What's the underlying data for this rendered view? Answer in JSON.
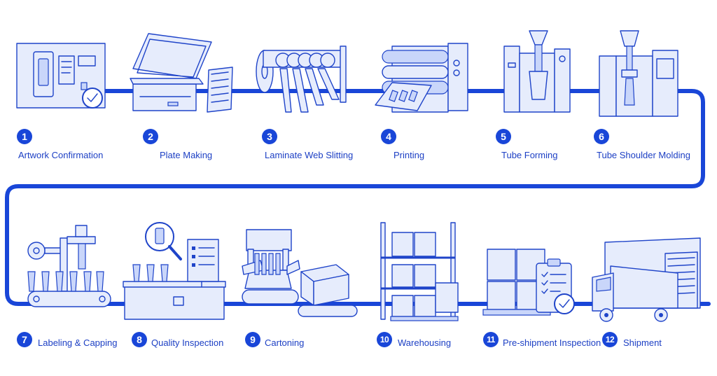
{
  "diagram": {
    "accent_color": "#1946d8",
    "steps": [
      {
        "number": "1",
        "label": "Artwork Confirmation",
        "icon": "artwork-board-icon"
      },
      {
        "number": "2",
        "label": "Plate Making",
        "icon": "plate-scanner-icon"
      },
      {
        "number": "3",
        "label": "Laminate Web Slitting",
        "icon": "slitting-machine-icon"
      },
      {
        "number": "4",
        "label": "Printing",
        "icon": "printing-press-icon"
      },
      {
        "number": "5",
        "label": "Tube Forming",
        "icon": "tube-forming-machine-icon"
      },
      {
        "number": "6",
        "label": "Tube Shoulder Molding",
        "icon": "shoulder-molding-machine-icon"
      },
      {
        "number": "7",
        "label": "Labeling & Capping",
        "icon": "labeling-capping-machine-icon"
      },
      {
        "number": "8",
        "label": "Quality Inspection",
        "icon": "quality-inspection-icon"
      },
      {
        "number": "9",
        "label": "Cartoning",
        "icon": "cartoning-machine-icon"
      },
      {
        "number": "10",
        "label": "Warehousing",
        "icon": "warehouse-rack-icon"
      },
      {
        "number": "11",
        "label": "Pre-shipment Inspection",
        "icon": "checklist-pallet-icon"
      },
      {
        "number": "12",
        "label": "Shipment",
        "icon": "delivery-truck-icon"
      }
    ]
  }
}
